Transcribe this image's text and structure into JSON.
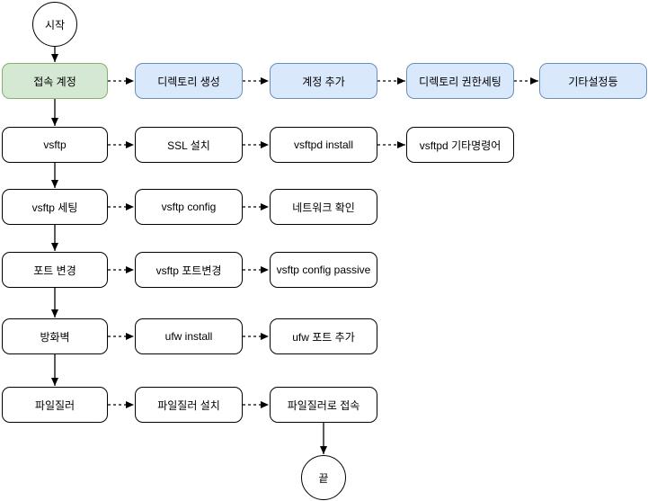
{
  "diagram": {
    "colors": {
      "highlight_fill": "#d5e8d4",
      "highlight_stroke": "#82b366",
      "accent_fill": "#dae8fc",
      "accent_stroke": "#6c8ebf",
      "default_fill": "#ffffff",
      "default_stroke": "#000000",
      "connector": "#000000",
      "text": "#000000"
    },
    "terminals": {
      "start": "시작",
      "end": "끝"
    },
    "rows": [
      {
        "nodes": [
          {
            "label": "접속 계정",
            "style": "green"
          },
          {
            "label": "디렉토리 생성",
            "style": "blue"
          },
          {
            "label": "계정 추가",
            "style": "blue"
          },
          {
            "label": "디렉토리 권한세팅",
            "style": "blue"
          },
          {
            "label": "기타설정등",
            "style": "blue"
          }
        ]
      },
      {
        "nodes": [
          {
            "label": "vsftp",
            "style": "plain"
          },
          {
            "label": "SSL 설치",
            "style": "plain"
          },
          {
            "label": "vsftpd install",
            "style": "plain"
          },
          {
            "label": "vsftpd 기타명령어",
            "style": "plain"
          }
        ]
      },
      {
        "nodes": [
          {
            "label": "vsftp 세팅",
            "style": "plain"
          },
          {
            "label": "vsftp config",
            "style": "plain"
          },
          {
            "label": "네트워크 확인",
            "style": "plain"
          }
        ]
      },
      {
        "nodes": [
          {
            "label": "포트 변경",
            "style": "plain"
          },
          {
            "label": "vsftp 포트변경",
            "style": "plain"
          },
          {
            "label": "vsftp config passive",
            "style": "plain"
          }
        ]
      },
      {
        "nodes": [
          {
            "label": "방화벽",
            "style": "plain"
          },
          {
            "label": "ufw install",
            "style": "plain"
          },
          {
            "label": "ufw 포트 추가",
            "style": "plain"
          }
        ]
      },
      {
        "nodes": [
          {
            "label": "파일질러",
            "style": "plain"
          },
          {
            "label": "파일질러 설치",
            "style": "plain"
          },
          {
            "label": "파일질러로 접속",
            "style": "plain"
          }
        ]
      }
    ]
  }
}
